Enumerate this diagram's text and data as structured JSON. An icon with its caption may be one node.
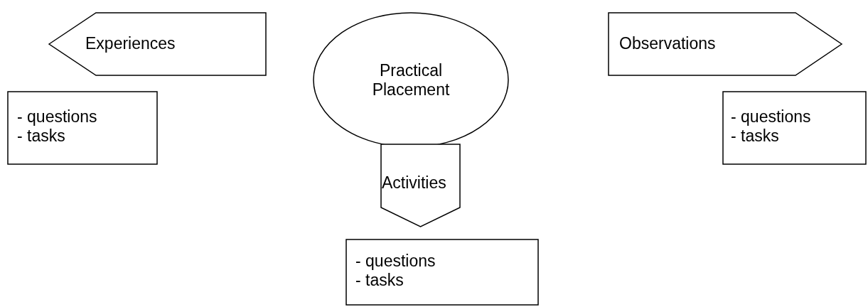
{
  "diagram": {
    "nodes": [
      {
        "text": [
          "Experiences"
        ]
      },
      {
        "text": [
          "Practical Placement"
        ]
      },
      {
        "text": [
          "Observations"
        ]
      },
      {
        "text": [
          "- questions",
          "- tasks"
        ]
      },
      {
        "text": [
          "- questions",
          "- tasks"
        ]
      },
      {
        "text": [
          "Activities"
        ]
      },
      {
        "text": [
          "- questions",
          "- tasks"
        ]
      }
    ]
  }
}
